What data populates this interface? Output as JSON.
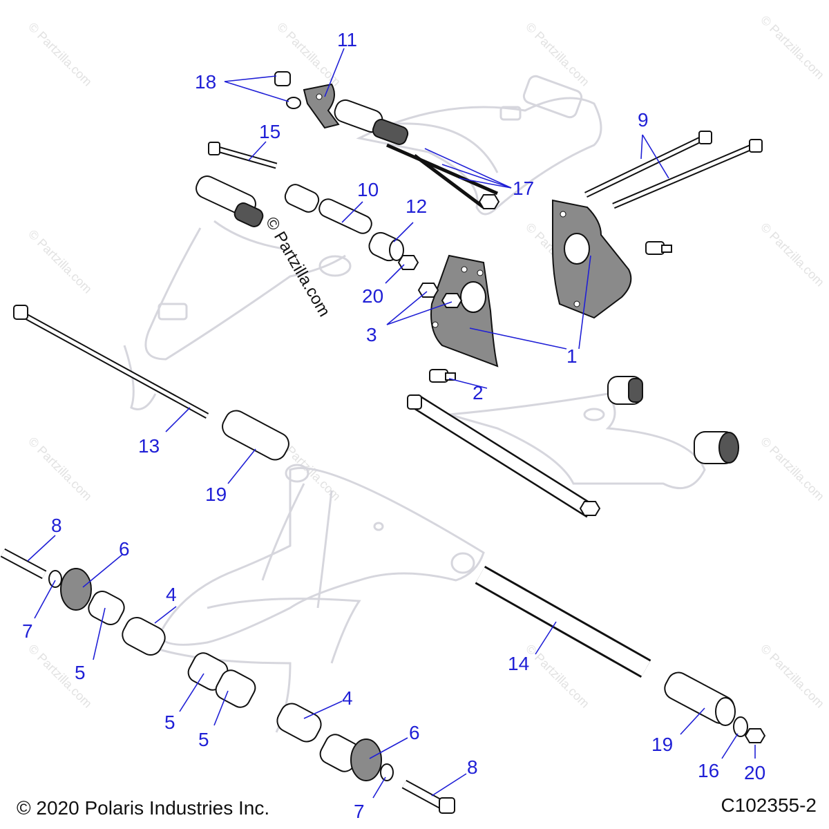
{
  "footer": {
    "copyright": "© 2020 Polaris Industries Inc.",
    "figure_id": "C102355-2"
  },
  "stamp": "© Partzilla.com",
  "watermark": "© Partzilla.com",
  "callouts": [
    {
      "id": "c1",
      "text": "1"
    },
    {
      "id": "c2",
      "text": "2"
    },
    {
      "id": "c3",
      "text": "3"
    },
    {
      "id": "c4a",
      "text": "4"
    },
    {
      "id": "c4b",
      "text": "4"
    },
    {
      "id": "c5a",
      "text": "5"
    },
    {
      "id": "c5b",
      "text": "5"
    },
    {
      "id": "c5c",
      "text": "5"
    },
    {
      "id": "c6a",
      "text": "6"
    },
    {
      "id": "c6b",
      "text": "6"
    },
    {
      "id": "c7a",
      "text": "7"
    },
    {
      "id": "c7b",
      "text": "7"
    },
    {
      "id": "c8a",
      "text": "8"
    },
    {
      "id": "c8b",
      "text": "8"
    },
    {
      "id": "c9",
      "text": "9"
    },
    {
      "id": "c10",
      "text": "10"
    },
    {
      "id": "c11",
      "text": "11"
    },
    {
      "id": "c12",
      "text": "12"
    },
    {
      "id": "c13",
      "text": "13"
    },
    {
      "id": "c14",
      "text": "14"
    },
    {
      "id": "c15",
      "text": "15"
    },
    {
      "id": "c16",
      "text": "16"
    },
    {
      "id": "c17",
      "text": "17"
    },
    {
      "id": "c18",
      "text": "18"
    },
    {
      "id": "c19a",
      "text": "19"
    },
    {
      "id": "c19b",
      "text": "19"
    },
    {
      "id": "c20a",
      "text": "20"
    },
    {
      "id": "c20b",
      "text": "20"
    }
  ],
  "colors": {
    "callout": "#1f1fd6",
    "ghost_frame": "#d6d6dd",
    "part_outline": "#111111"
  }
}
